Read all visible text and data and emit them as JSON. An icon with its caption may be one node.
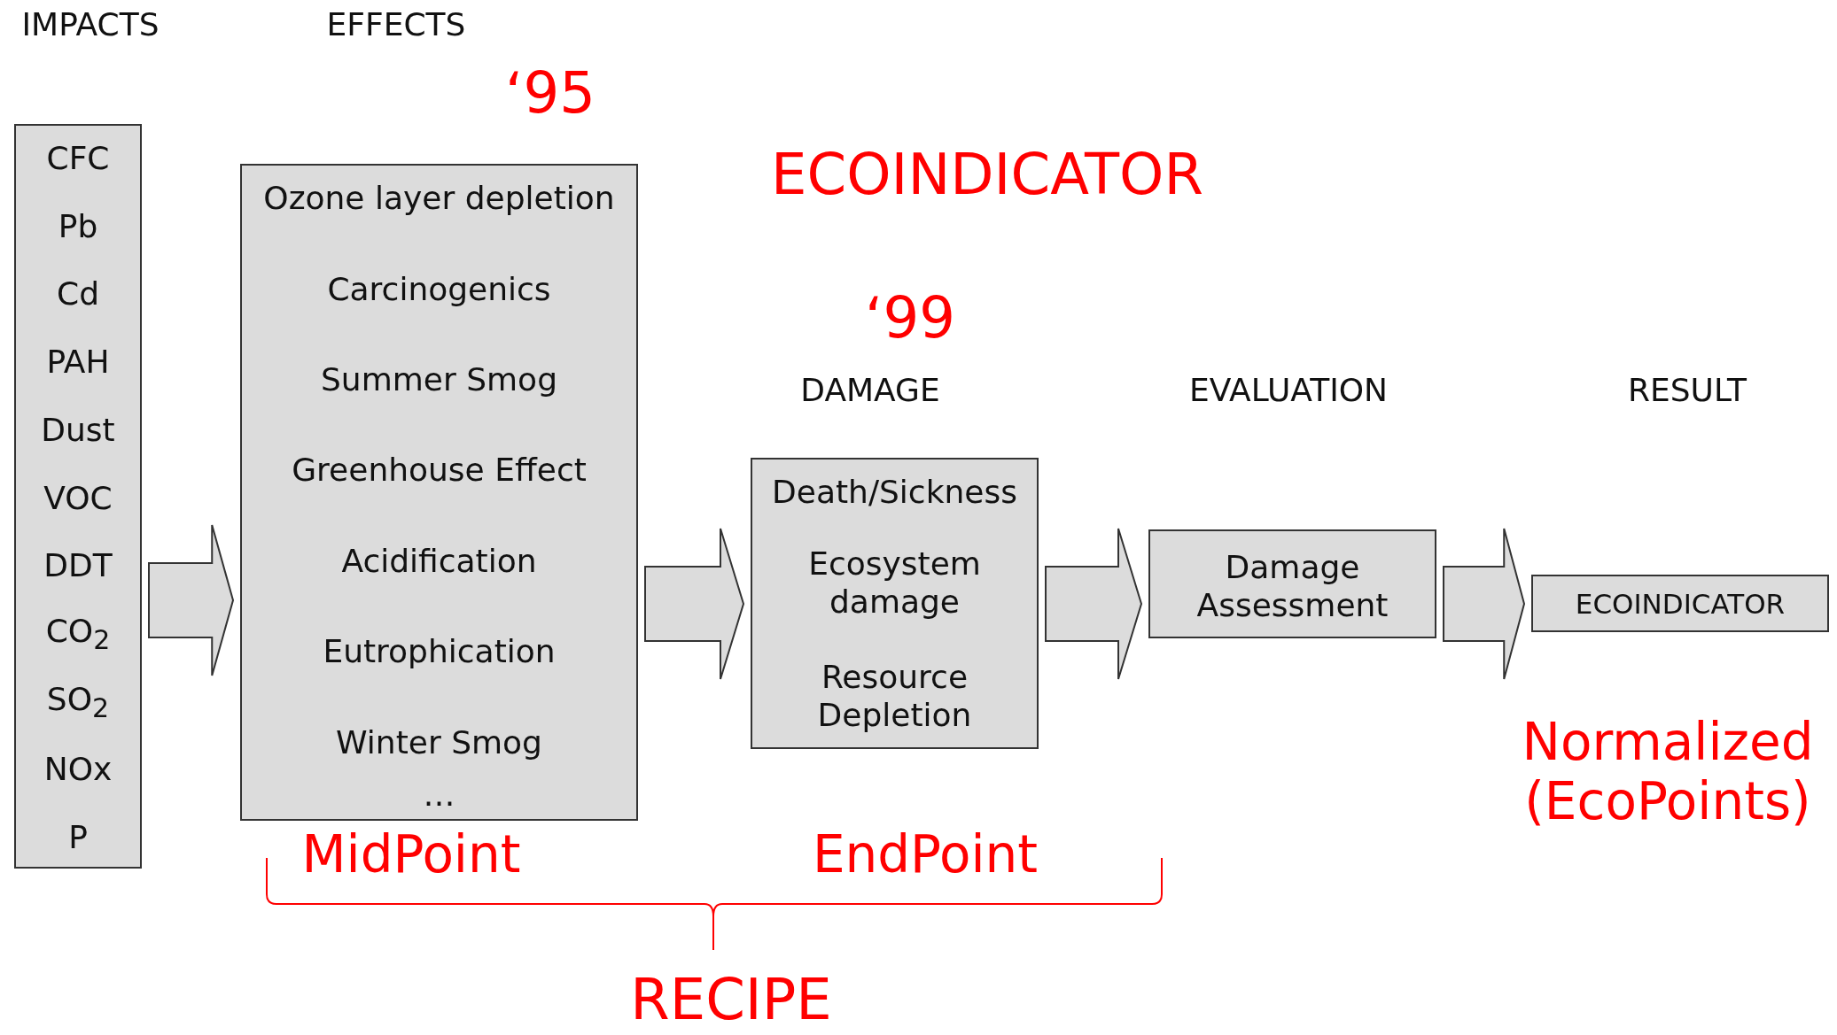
{
  "diagram": {
    "nodes": [
      {
        "text": [
          "CFC",
          "Pb",
          "Cd",
          "PAH",
          "Dust",
          "VOC",
          "DDT",
          "CO$_{2}$",
          "SO$_{2}$",
          "NOx",
          "P"
        ]
      },
      {
        "text": [
          "Ozone layer depletion",
          "Carcinogenics",
          "Summer Smog",
          "Greenhouse Effect",
          "Acidification",
          "Eutrophication",
          "Winter Smog",
          "…"
        ]
      },
      {
        "text": [
          "Death/Sickness",
          "Ecosystem damage",
          "Resource Depletion"
        ]
      },
      {
        "text": [
          "Damage Assessment"
        ]
      },
      {
        "text": [
          "ECOINDICATOR"
        ]
      }
    ],
    "edges": [
      {
        "from": 0,
        "to": 1,
        "arrow": "to"
      },
      {
        "from": 1,
        "to": 2,
        "arrow": "to"
      },
      {
        "from": 2,
        "to": 3,
        "arrow": "to"
      },
      {
        "from": 3,
        "to": 4,
        "arrow": "to"
      }
    ],
    "labels": [
      "IMPACTS",
      "EFFECTS",
      "‘95",
      "ECOINDICATOR",
      "‘99",
      "DAMAGE",
      "EVALUATION",
      "RESULT",
      "Normalized (EcoPoints)",
      "MidPoint",
      "EndPoint",
      "RECIPE"
    ]
  }
}
